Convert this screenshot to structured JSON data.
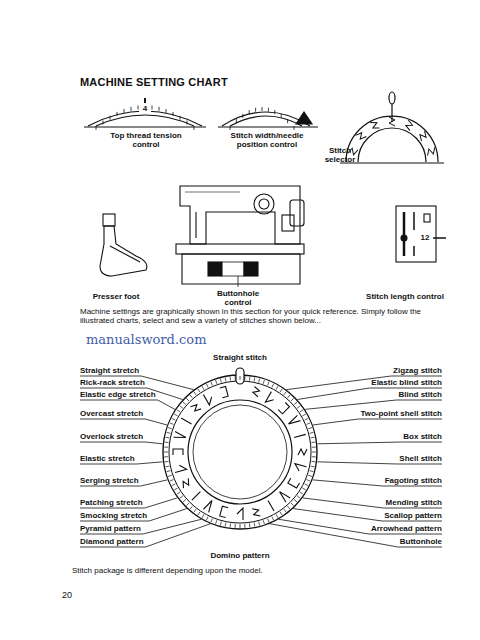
{
  "diagram": {
    "title": "MACHINE SETTING CHART",
    "labels": [
      "4",
      "Top thread tension control",
      "Stitch width/needle position control",
      "Stitch selector",
      "12",
      "Presser foot",
      "Buttonhole control",
      "Stitch length control",
      "Machine settings are graphically shown in this section for your quick reference. Simply follow the illustrated charts, select and sew a variety of stitches shown below...",
      "manualsword.com",
      "Straight stitch",
      "Straight stretch",
      "Rick-rack stretch",
      "Elastic edge stretch",
      "Overcast stretch",
      "Overlock stretch",
      "Elastic stretch",
      "Serging stretch",
      "Patching stretch",
      "Smocking stretch",
      "Pyramid pattern",
      "Diamond pattern",
      "Zigzag stitch",
      "Elastic blind stitch",
      "Blind stitch",
      "Two-point shell stitch",
      "Box stitch",
      "Shell stitch",
      "Fagoting stitch",
      "Mending stitch",
      "Scallop pattern",
      "Arrowhead pattern",
      "Buttonhole",
      "Domino pattern",
      "Stitch package is different depending upon the model.",
      "20"
    ]
  }
}
